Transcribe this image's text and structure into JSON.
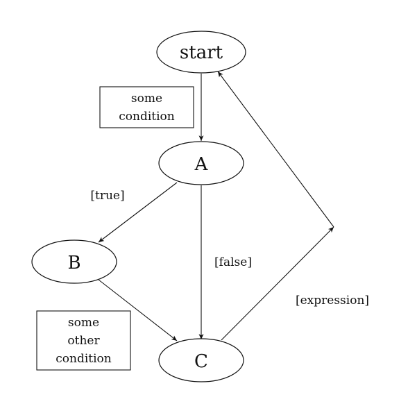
{
  "nodes": {
    "start": "start",
    "a": "A",
    "b": "B",
    "c": "C"
  },
  "notes": {
    "condition": [
      "some",
      "condition"
    ],
    "other_condition": [
      "some",
      "other",
      "condition"
    ]
  },
  "edge_labels": {
    "true": "[true]",
    "false": "[false]",
    "expression": "[expression]"
  }
}
